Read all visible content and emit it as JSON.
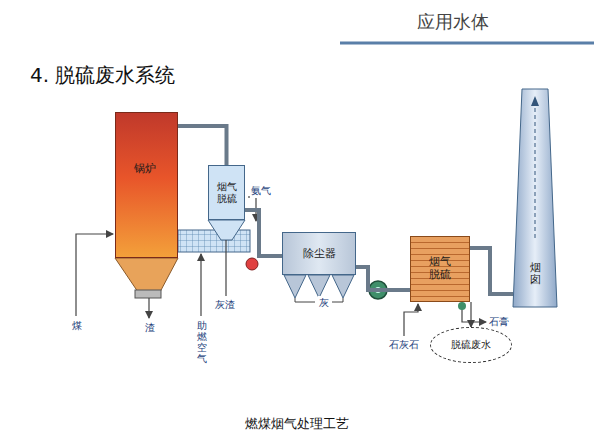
{
  "diagram": {
    "title": "4. 脱硫废水系统",
    "caption": "燃煤烟气处理工艺",
    "nodes": [
      {
        "text": [
          "锅炉"
        ]
      },
      {
        "text": [
          "烟气脱硫"
        ]
      },
      {
        "text": [
          "除尘器"
        ]
      },
      {
        "text": [
          "烟气脱硫"
        ]
      },
      {
        "text": [
          "烟囱"
        ]
      },
      {
        "text": [
          "脱硫废水"
        ]
      }
    ],
    "edges": [
      {
        "from": 0,
        "to": 1,
        "arrow": "none"
      },
      {
        "from": 1,
        "to": 2,
        "arrow": "none"
      },
      {
        "from": 2,
        "to": 3,
        "arrow": "none"
      },
      {
        "from": 3,
        "to": 4,
        "arrow": "none"
      },
      {
        "from": 3,
        "to": 5,
        "arrow": "to"
      }
    ],
    "labels": [
      "应用水体",
      "氨气",
      "灰渣",
      "煤",
      "渣",
      "助燃空气",
      "灰",
      "石灰石",
      "石膏"
    ]
  }
}
